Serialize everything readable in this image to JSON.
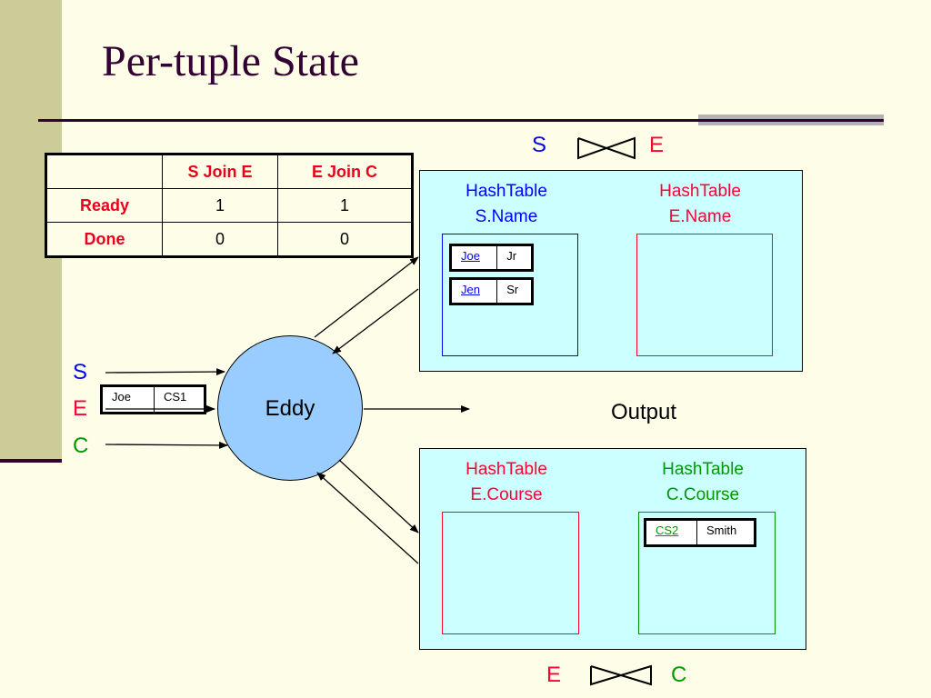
{
  "title": "Per-tuple State",
  "state_table": {
    "headers": [
      "",
      "S Join E",
      "E Join C"
    ],
    "rows": [
      {
        "label": "Ready",
        "values": [
          "1",
          "1"
        ]
      },
      {
        "label": "Done",
        "values": [
          "0",
          "0"
        ]
      }
    ]
  },
  "join_se": {
    "left": "S",
    "right": "E",
    "symbol": "bowtie"
  },
  "join_ec": {
    "left": "E",
    "right": "C",
    "symbol": "bowtie"
  },
  "hashtables": {
    "s_name": {
      "line1": "HashTable",
      "line2": "S.Name"
    },
    "e_name": {
      "line1": "HashTable",
      "line2": "E.Name"
    },
    "e_course": {
      "line1": "HashTable",
      "line2": "E.Course"
    },
    "c_course": {
      "line1": "HashTable",
      "line2": "C.Course"
    }
  },
  "s_tuples": [
    {
      "key": "Joe",
      "value": "Jr"
    },
    {
      "key": "Jen",
      "value": "Sr"
    }
  ],
  "c_tuples": [
    {
      "key": "CS2",
      "value": "Smith"
    }
  ],
  "inputs": {
    "s": "S",
    "e": "E",
    "c": "C"
  },
  "incoming_tuple": {
    "name": "Joe",
    "course": "CS1"
  },
  "eddy": "Eddy",
  "output": "Output",
  "colors": {
    "s": "#0000ff",
    "e": "#ff0033",
    "c": "#009900",
    "title": "#330033",
    "panel": "#ccffff",
    "eddy": "#99ccff",
    "table_header": "#e8001c"
  }
}
